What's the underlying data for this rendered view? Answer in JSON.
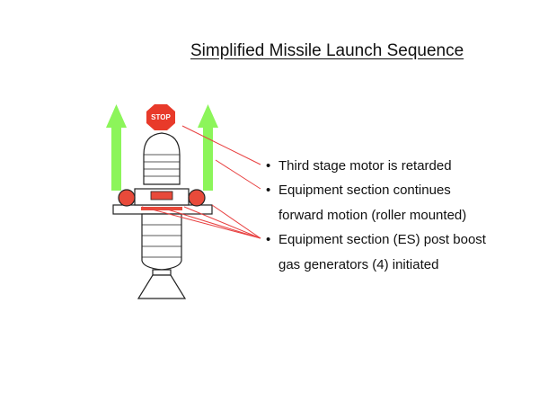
{
  "title": "Simplified Missile Launch Sequence",
  "stop_sign": {
    "label": "STOP",
    "color": "#e83a2a"
  },
  "bullets": [
    {
      "line1": "Third stage motor is retarded",
      "line2": ""
    },
    {
      "line1": "Equipment section continues",
      "line2": "forward motion (roller mounted)"
    },
    {
      "line1": "Equipment section (ES) post boost",
      "line2": "gas generators (4) initiated"
    }
  ],
  "colors": {
    "arrow_green": "#8cf55a",
    "leader_red": "#e84040",
    "generator_red": "#e84a3a",
    "outline": "#222222"
  },
  "icons": [
    "stop-sign-icon",
    "up-arrow-icon",
    "missile-icon"
  ]
}
